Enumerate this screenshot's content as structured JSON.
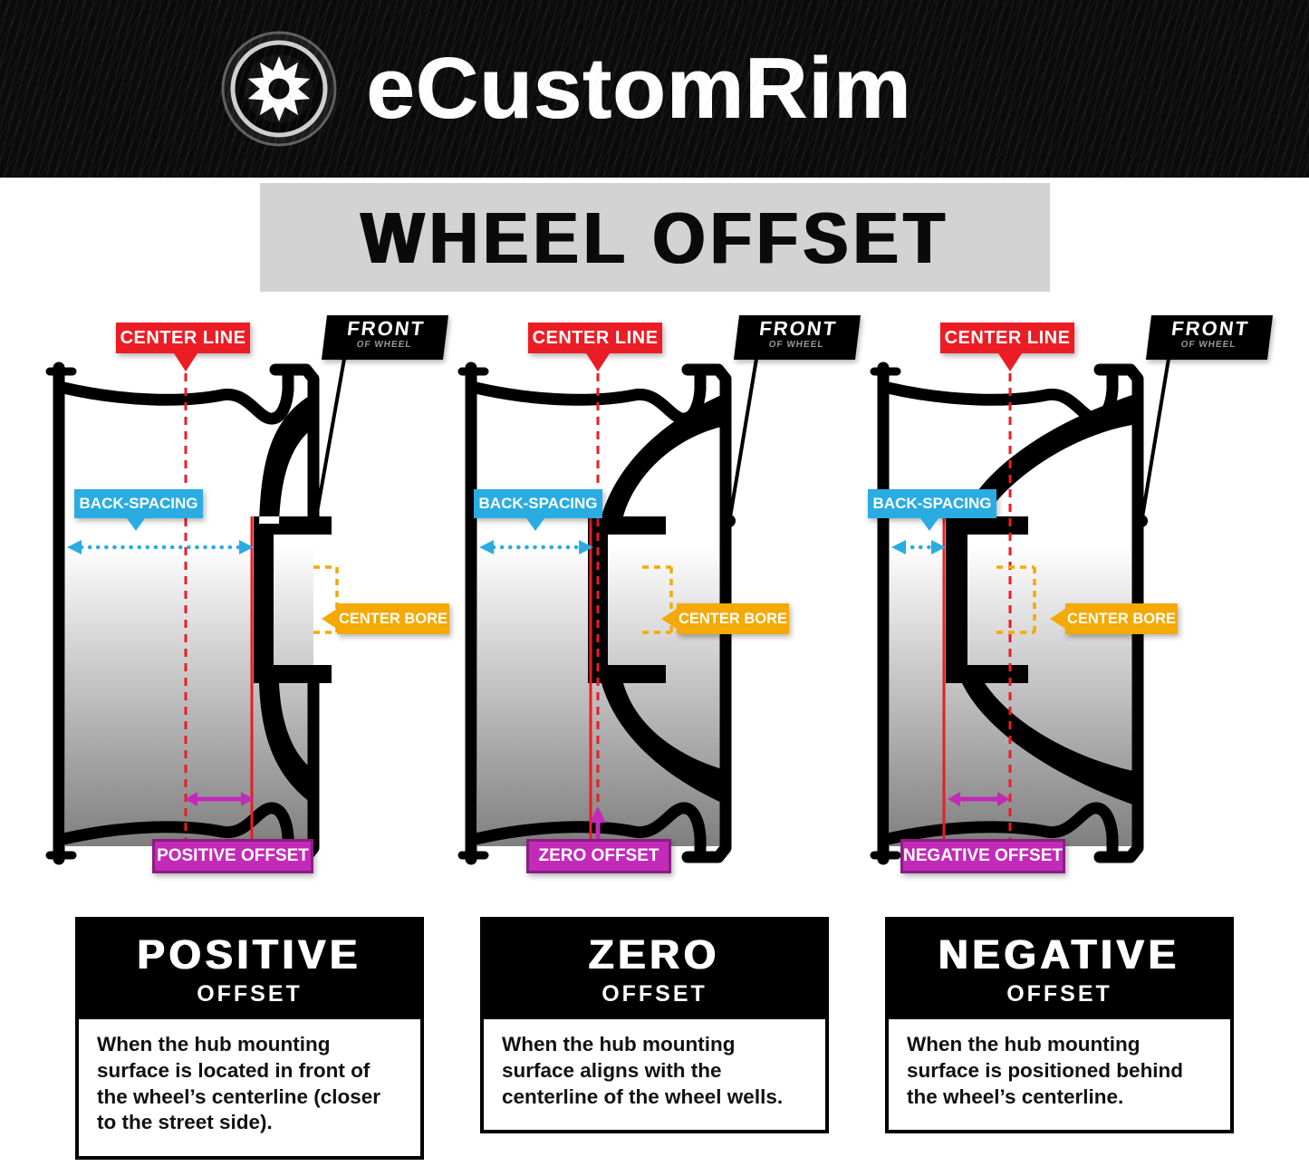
{
  "header": {
    "brand": "eCustomRim",
    "logo_icon": "wheel-icon"
  },
  "title": "WHEEL OFFSET",
  "labels": {
    "center_line": "CENTER LINE",
    "front": "FRONT",
    "of_wheel": "OF WHEEL",
    "back_spacing": "BACK-SPACING",
    "center_bore": "CENTER BORE"
  },
  "panels": [
    {
      "id": "positive",
      "offset_label": "POSITIVE OFFSET",
      "card_title": "POSITIVE",
      "card_subtitle": "OFFSET",
      "description": "When the hub mounting surface is located in front of the wheel’s centerline (closer to the street side)."
    },
    {
      "id": "zero",
      "offset_label": "ZERO OFFSET",
      "card_title": "ZERO",
      "card_subtitle": "OFFSET",
      "description": "When the hub mounting surface aligns with the centerline of the wheel wells."
    },
    {
      "id": "negative",
      "offset_label": "NEGATIVE OFFSET",
      "card_title": "NEGATIVE",
      "card_subtitle": "OFFSET",
      "description": "When the hub mounting surface is positioned behind the wheel’s centerline."
    }
  ],
  "colors": {
    "center_line_red": "#ec1c24",
    "back_spacing_cyan": "#2aace2",
    "center_bore_yellow": "#f4a904",
    "offset_magenta": "#c22bb7",
    "banner_black": "#0b0b0b",
    "title_gray": "#d3d3d3"
  }
}
